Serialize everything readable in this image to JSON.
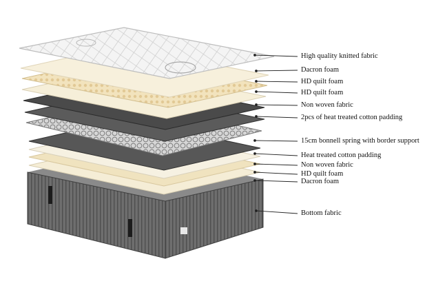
{
  "layers": [
    {
      "label": "High quality knitted fabric"
    },
    {
      "label": "Dacron foam"
    },
    {
      "label": "HD quilt foam"
    },
    {
      "label": "HD quilt foam"
    },
    {
      "label": "Non woven fabric"
    },
    {
      "label": "2pcs of heat treated cotton padding"
    },
    {
      "label": "15cm bonnell spring with border support"
    },
    {
      "label": "Heat treated cotton padding"
    },
    {
      "label": "Non woven fabric"
    },
    {
      "label": "HD quilt foam"
    },
    {
      "label": "Dacron foam"
    },
    {
      "label": "Bottom fabric"
    }
  ],
  "colors": {
    "knitted_fabric": "#f2f2f2",
    "foam_cream": "#f3ead0",
    "egg_crate": "#efdcb0",
    "non_woven": "#555555",
    "spring": "#c9c9c9",
    "base_border": "#6a6a6a",
    "leader_line": "#222222"
  }
}
